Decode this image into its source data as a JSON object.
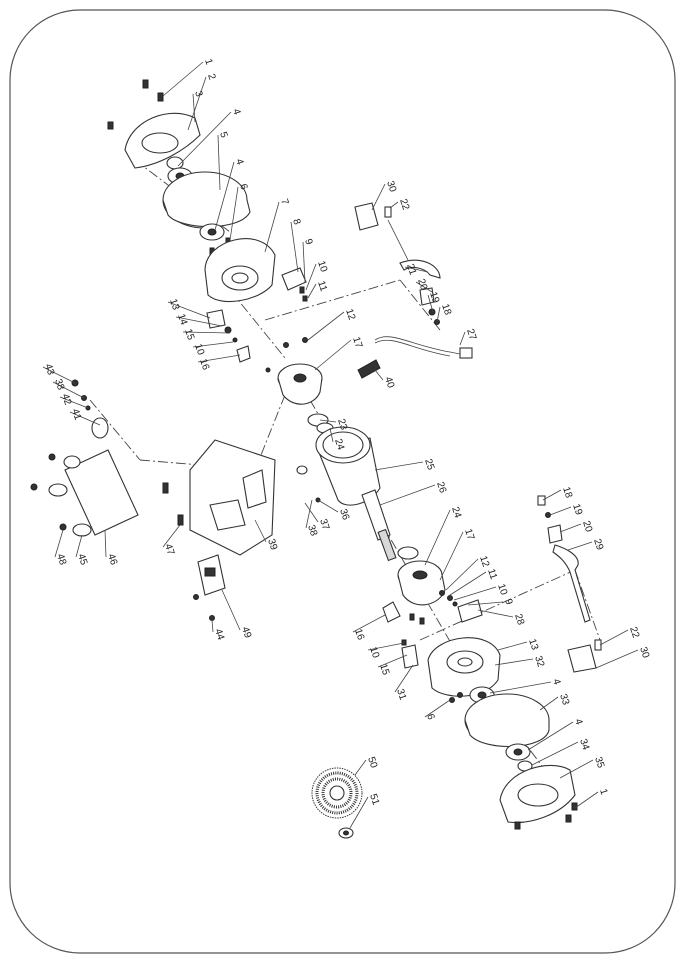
{
  "diagram": {
    "kind": "exploded-parts-drawing",
    "callouts": [
      {
        "id": "c1a",
        "text": "1"
      },
      {
        "id": "c2",
        "text": "2"
      },
      {
        "id": "c3",
        "text": "3"
      },
      {
        "id": "c4a",
        "text": "4"
      },
      {
        "id": "c5",
        "text": "5"
      },
      {
        "id": "c4b",
        "text": "4"
      },
      {
        "id": "c6a",
        "text": "6"
      },
      {
        "id": "c7",
        "text": "7"
      },
      {
        "id": "c8a",
        "text": "8"
      },
      {
        "id": "c9a",
        "text": "9"
      },
      {
        "id": "c10a",
        "text": "10"
      },
      {
        "id": "c11a",
        "text": "11"
      },
      {
        "id": "c12a",
        "text": "12"
      },
      {
        "id": "c13a",
        "text": "13"
      },
      {
        "id": "c14",
        "text": "14"
      },
      {
        "id": "c15a",
        "text": "15"
      },
      {
        "id": "c10b",
        "text": "10"
      },
      {
        "id": "c16a",
        "text": "16"
      },
      {
        "id": "c17a",
        "text": "17"
      },
      {
        "id": "c30a",
        "text": "30"
      },
      {
        "id": "c22a",
        "text": "22"
      },
      {
        "id": "c21",
        "text": "21"
      },
      {
        "id": "c20a",
        "text": "20"
      },
      {
        "id": "c19a",
        "text": "19"
      },
      {
        "id": "c18a",
        "text": "18"
      },
      {
        "id": "c27",
        "text": "27"
      },
      {
        "id": "c40",
        "text": "40"
      },
      {
        "id": "c43",
        "text": "43"
      },
      {
        "id": "c38a",
        "text": "38"
      },
      {
        "id": "c42",
        "text": "42"
      },
      {
        "id": "c41",
        "text": "41"
      },
      {
        "id": "c23",
        "text": "23"
      },
      {
        "id": "c24a",
        "text": "24"
      },
      {
        "id": "c25",
        "text": "25"
      },
      {
        "id": "c26",
        "text": "26"
      },
      {
        "id": "c36",
        "text": "36"
      },
      {
        "id": "c37",
        "text": "37"
      },
      {
        "id": "c38b",
        "text": "38"
      },
      {
        "id": "c39",
        "text": "39"
      },
      {
        "id": "c47",
        "text": "47"
      },
      {
        "id": "c46",
        "text": "46"
      },
      {
        "id": "c45",
        "text": "45"
      },
      {
        "id": "c48",
        "text": "48"
      },
      {
        "id": "c49",
        "text": "49"
      },
      {
        "id": "c44",
        "text": "44"
      },
      {
        "id": "c24b",
        "text": "24"
      },
      {
        "id": "c17b",
        "text": "17"
      },
      {
        "id": "c12b",
        "text": "12"
      },
      {
        "id": "c11b",
        "text": "11"
      },
      {
        "id": "c10c",
        "text": "10"
      },
      {
        "id": "c9b",
        "text": "9"
      },
      {
        "id": "c28",
        "text": "28"
      },
      {
        "id": "c16b",
        "text": "16"
      },
      {
        "id": "c10d",
        "text": "10"
      },
      {
        "id": "c15b",
        "text": "15"
      },
      {
        "id": "c13b",
        "text": "13"
      },
      {
        "id": "c32",
        "text": "32"
      },
      {
        "id": "c31",
        "text": "31"
      },
      {
        "id": "c4c",
        "text": "4"
      },
      {
        "id": "c6b",
        "text": "6"
      },
      {
        "id": "c33",
        "text": "33"
      },
      {
        "id": "c4d",
        "text": "4"
      },
      {
        "id": "c34",
        "text": "34"
      },
      {
        "id": "c35",
        "text": "35"
      },
      {
        "id": "c1b",
        "text": "1"
      },
      {
        "id": "c18b",
        "text": "18"
      },
      {
        "id": "c19b",
        "text": "19"
      },
      {
        "id": "c20b",
        "text": "20"
      },
      {
        "id": "c29",
        "text": "29"
      },
      {
        "id": "c22b",
        "text": "22"
      },
      {
        "id": "c30b",
        "text": "30"
      },
      {
        "id": "c50",
        "text": "50"
      },
      {
        "id": "c51",
        "text": "51"
      }
    ]
  }
}
